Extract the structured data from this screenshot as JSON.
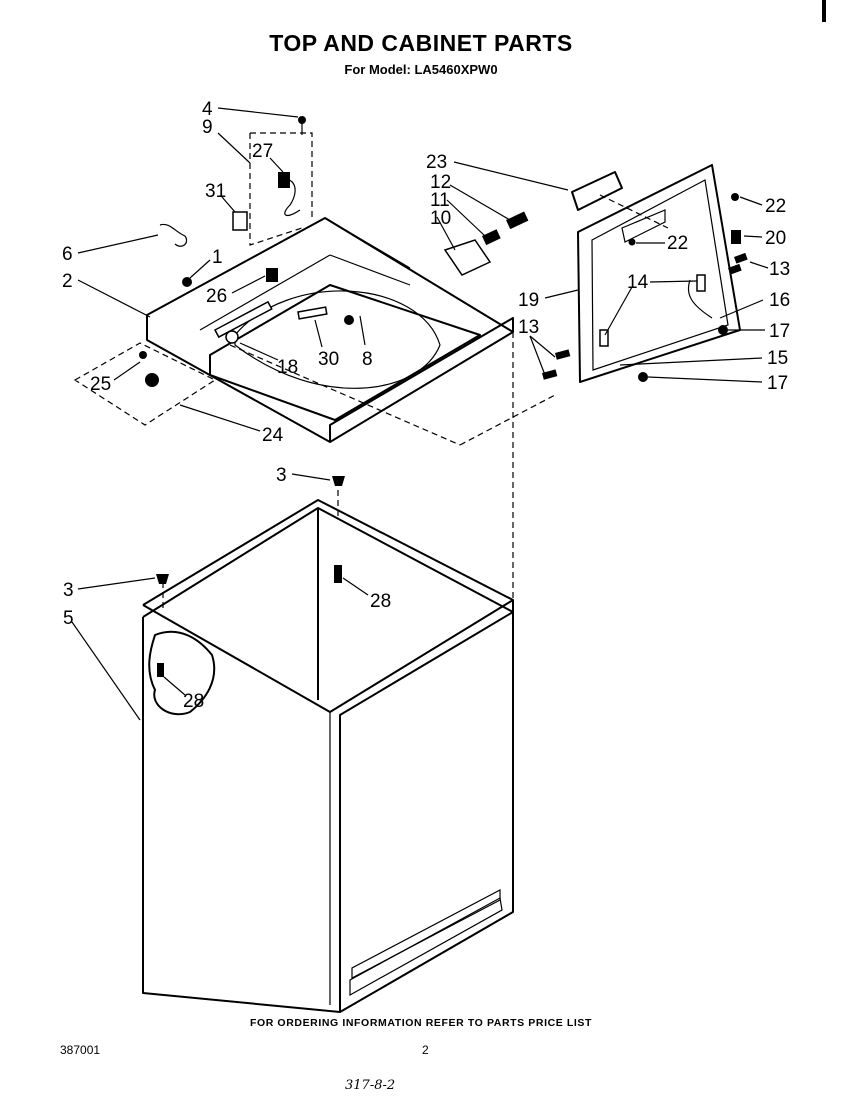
{
  "page": {
    "title": "TOP AND CABINET PARTS",
    "subtitle": "For Model: LA5460XPW0",
    "footer_note": "FOR ORDERING INFORMATION REFER TO PARTS PRICE LIST",
    "doc_number": "387001",
    "page_number": "2",
    "handwritten_note": "317-8-2"
  },
  "callouts": [
    {
      "label": "1"
    },
    {
      "label": "2"
    },
    {
      "label": "3"
    },
    {
      "label": "3"
    },
    {
      "label": "4"
    },
    {
      "label": "5"
    },
    {
      "label": "6"
    },
    {
      "label": "8"
    },
    {
      "label": "9"
    },
    {
      "label": "10"
    },
    {
      "label": "11"
    },
    {
      "label": "12"
    },
    {
      "label": "13"
    },
    {
      "label": "13"
    },
    {
      "label": "14"
    },
    {
      "label": "15"
    },
    {
      "label": "16"
    },
    {
      "label": "17"
    },
    {
      "label": "17"
    },
    {
      "label": "18"
    },
    {
      "label": "19"
    },
    {
      "label": "20"
    },
    {
      "label": "22"
    },
    {
      "label": "22"
    },
    {
      "label": "23"
    },
    {
      "label": "24"
    },
    {
      "label": "25"
    },
    {
      "label": "26"
    },
    {
      "label": "27"
    },
    {
      "label": "28"
    },
    {
      "label": "28"
    },
    {
      "label": "30"
    },
    {
      "label": "31"
    }
  ]
}
